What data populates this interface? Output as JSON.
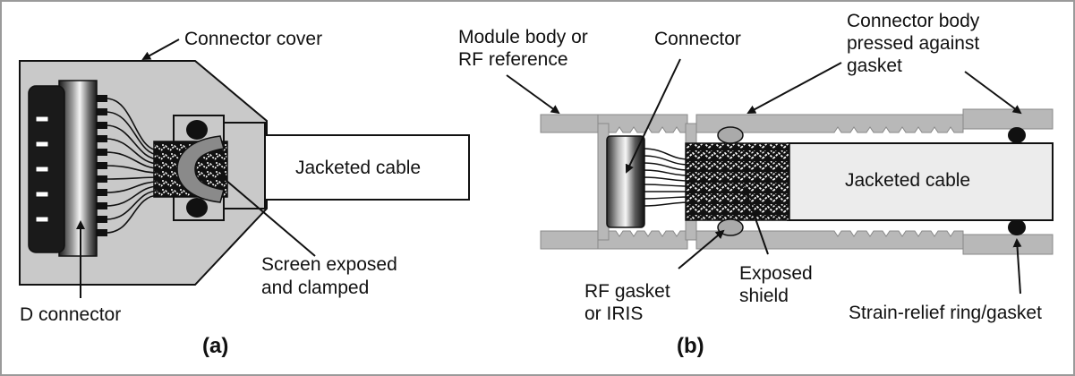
{
  "colors": {
    "panel_fill": "#c9c9c9",
    "dark_fill": "#222222",
    "metal_light": "#f2f2f2",
    "metal_dark": "#1e1e1e",
    "outline": "#111111",
    "frame": "#9a9a9a"
  },
  "panel_a": {
    "caption": "(a)",
    "labels": {
      "connector_cover": "Connector cover",
      "jacketed_cable": "Jacketed cable",
      "screen_exposed_line1": "Screen exposed",
      "screen_exposed_line2": "and clamped",
      "d_connector": "D connector"
    }
  },
  "panel_b": {
    "caption": "(b)",
    "labels": {
      "module_body_line1": "Module body or",
      "module_body_line2": "RF reference",
      "connector": "Connector",
      "connector_body_line1": "Connector body",
      "connector_body_line2": "pressed against",
      "connector_body_line3": "gasket",
      "jacketed_cable": "Jacketed cable",
      "rf_gasket_line1": "RF gasket",
      "rf_gasket_line2": "or IRIS",
      "exposed_shield_line1": "Exposed",
      "exposed_shield_line2": "shield",
      "strain_relief": "Strain-relief ring/gasket"
    }
  }
}
